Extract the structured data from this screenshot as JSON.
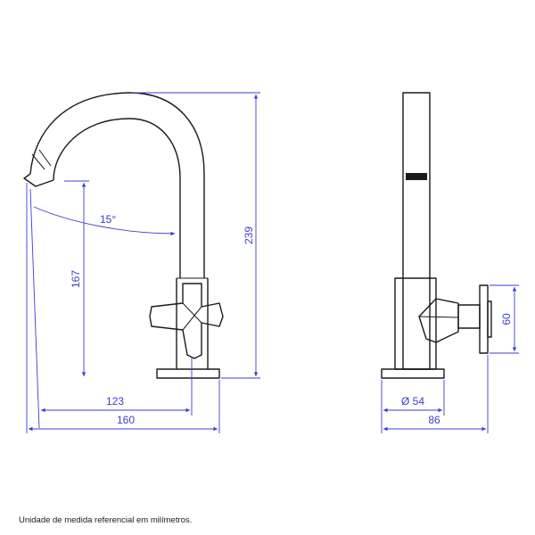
{
  "dimensions": {
    "total_height": "239",
    "spout_height": "167",
    "spout_angle": "15°",
    "spout_reach": "123",
    "total_depth": "160",
    "base_diameter": "Ø 54",
    "side_depth": "86",
    "handle_height": "60"
  },
  "note": "Unidade de medida referencial em milímetros.",
  "colors": {
    "dimension": "#3b3bd6",
    "outline": "#1a1a1a"
  }
}
